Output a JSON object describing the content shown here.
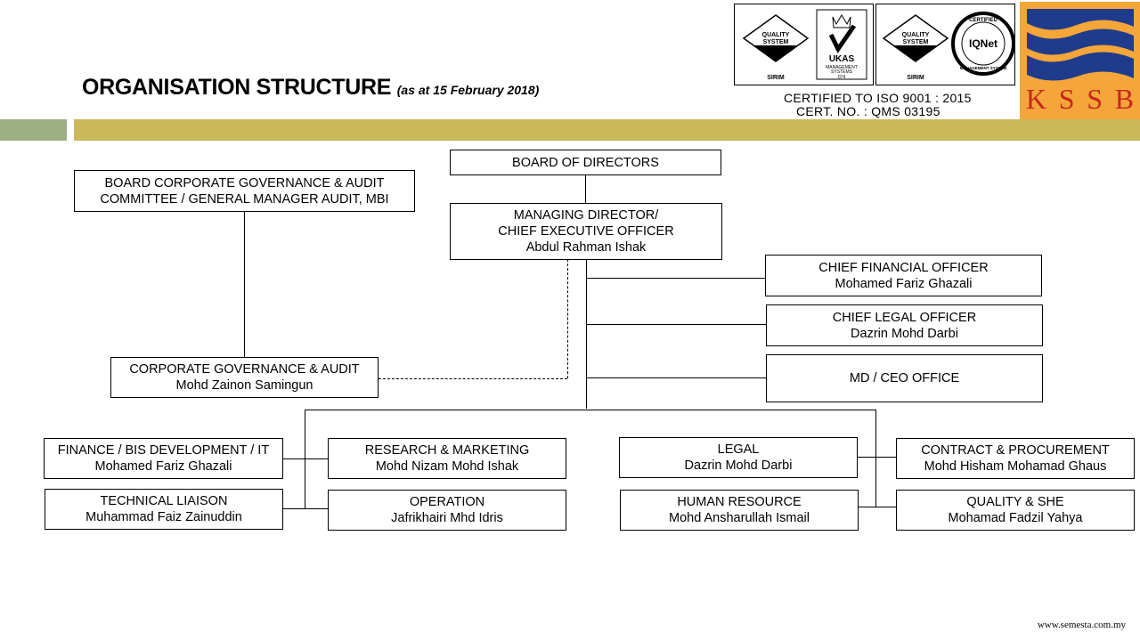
{
  "header": {
    "title": "ORGANISATION STRUCTURE",
    "subtitle": "(as at 15 February 2018)"
  },
  "certification": {
    "badge1_top": "QUALITY",
    "badge1_mid": "SYSTEM",
    "badge1_org": "SIRIM",
    "ukas_name": "UKAS",
    "ukas_sub": "MANAGEMENT",
    "ukas_sub2": "SYSTEMS",
    "ukas_num": "074",
    "badge2_top": "QUALITY",
    "badge2_mid": "SYSTEM",
    "badge2_org": "SIRIM",
    "iqnet_ring": "CERTIFIED",
    "iqnet_name": "IQNet",
    "iqnet_sub": "MANAGEMENT SYSTEM",
    "line1": "CERTIFIED TO ISO 9001 : 2015",
    "line2": "CERT. NO. : QMS 03195"
  },
  "logo": {
    "letters": [
      "K",
      "S",
      "S",
      "B"
    ]
  },
  "org": {
    "board": {
      "title": "BOARD OF DIRECTORS"
    },
    "audit_committee": {
      "line1": "BOARD CORPORATE GOVERNANCE & AUDIT",
      "line2": "COMMITTEE  / GENERAL MANAGER  AUDIT, MBI"
    },
    "md_ceo": {
      "line1": "MANAGING  DIRECTOR/",
      "line2": "CHIEF EXECUTIVE  OFFICER",
      "name": "Abdul  Rahman Ishak"
    },
    "cfo": {
      "title": "CHIEF FINANCIAL  OFFICER",
      "name": "Mohamed Fariz Ghazali"
    },
    "clo": {
      "title": "CHIEF LEGAL OFFICER",
      "name": "Dazrin Mohd  Darbi"
    },
    "md_office": {
      "title": "MD / CEO OFFICE"
    },
    "cg_audit": {
      "title": "CORPORATE GOVERNANCE & AUDIT",
      "name": "Mohd  Zainon  Samingun"
    },
    "finance": {
      "title": "FINANCE  / BIS DEVELOPMENT / IT",
      "name": "Mohamed Fariz Ghazali"
    },
    "technical": {
      "title": "TECHNICAL  LIAISON",
      "name": "Muhammad Faiz Zainuddin"
    },
    "research": {
      "title": "RESEARCH & MARKETING",
      "name": "Mohd  Nizam Mohd  Ishak"
    },
    "operation": {
      "title": "OPERATION",
      "name": "Jafrikhairi  Mhd Idris"
    },
    "legal": {
      "title": "LEGAL",
      "name": "Dazrin Mohd  Darbi"
    },
    "hr": {
      "title": "HUMAN  RESOURCE",
      "name": "Mohd  Ansharullah Ismail"
    },
    "contract": {
      "title": "CONTRACT & PROCUREMENT",
      "name": "Mohd  Hisham Mohamad  Ghaus"
    },
    "quality": {
      "title": "QUALITY  & SHE",
      "name": "Mohamad  Fadzil Yahya"
    }
  },
  "footer": {
    "url": "www.semesta.com.my"
  },
  "colors": {
    "band_left": "#9caf84",
    "band_right": "#c9b95a",
    "logo_bg": "#f4a63a",
    "logo_blue": "#1f3c8c",
    "logo_letters": "#c9261e"
  }
}
